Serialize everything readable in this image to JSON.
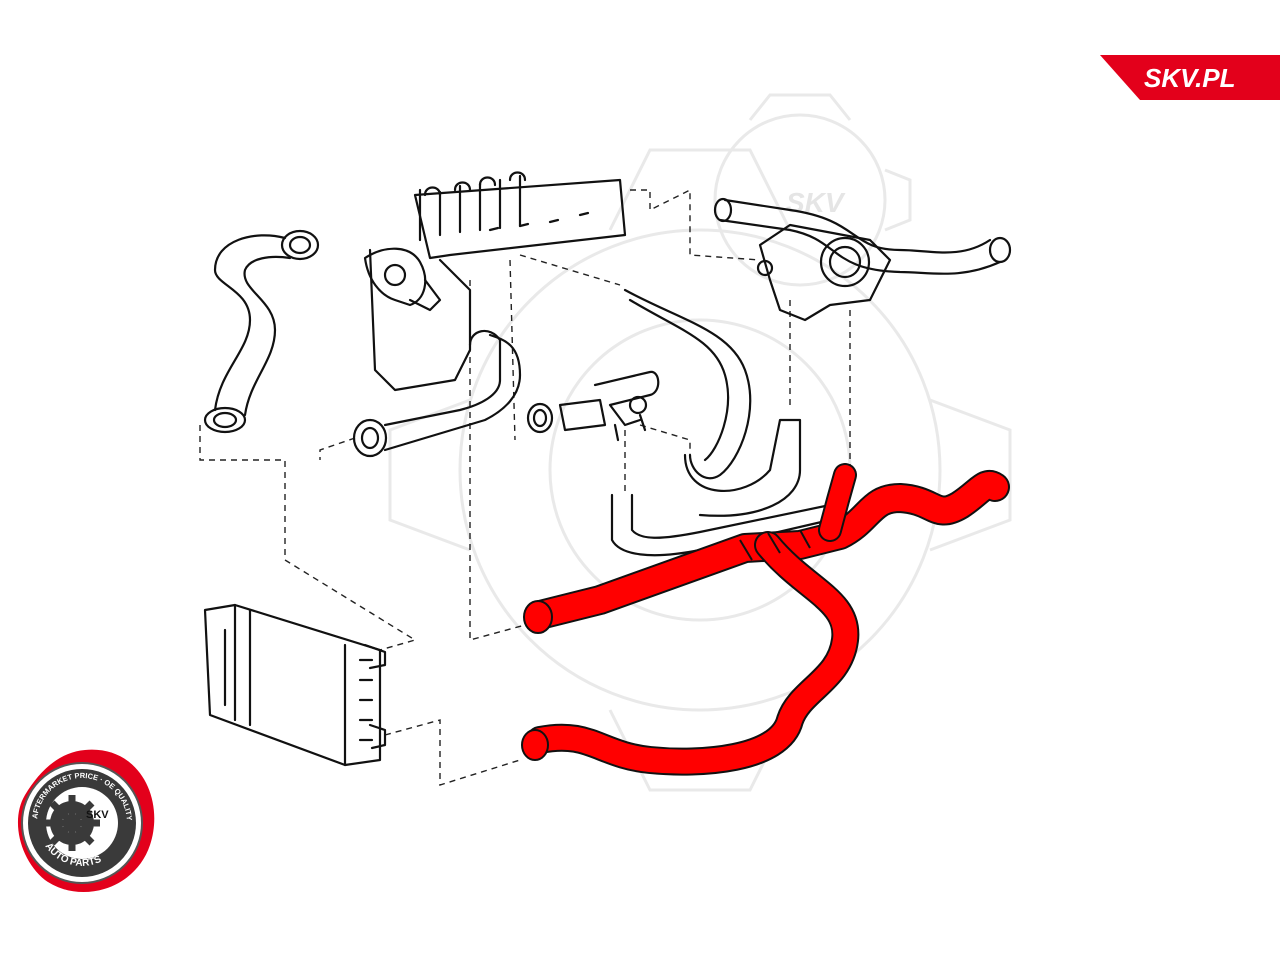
{
  "brand": {
    "logo_text": "SKV.PL",
    "seal_top": "AFTERMARKET PRICE · OE QUALITY",
    "seal_bottom": "AUTO PARTS",
    "seal_center": "SKV",
    "watermark": "SKV",
    "accent": "#e3001b"
  },
  "highlight_color": "#ff0000",
  "outline_color": "#111111"
}
